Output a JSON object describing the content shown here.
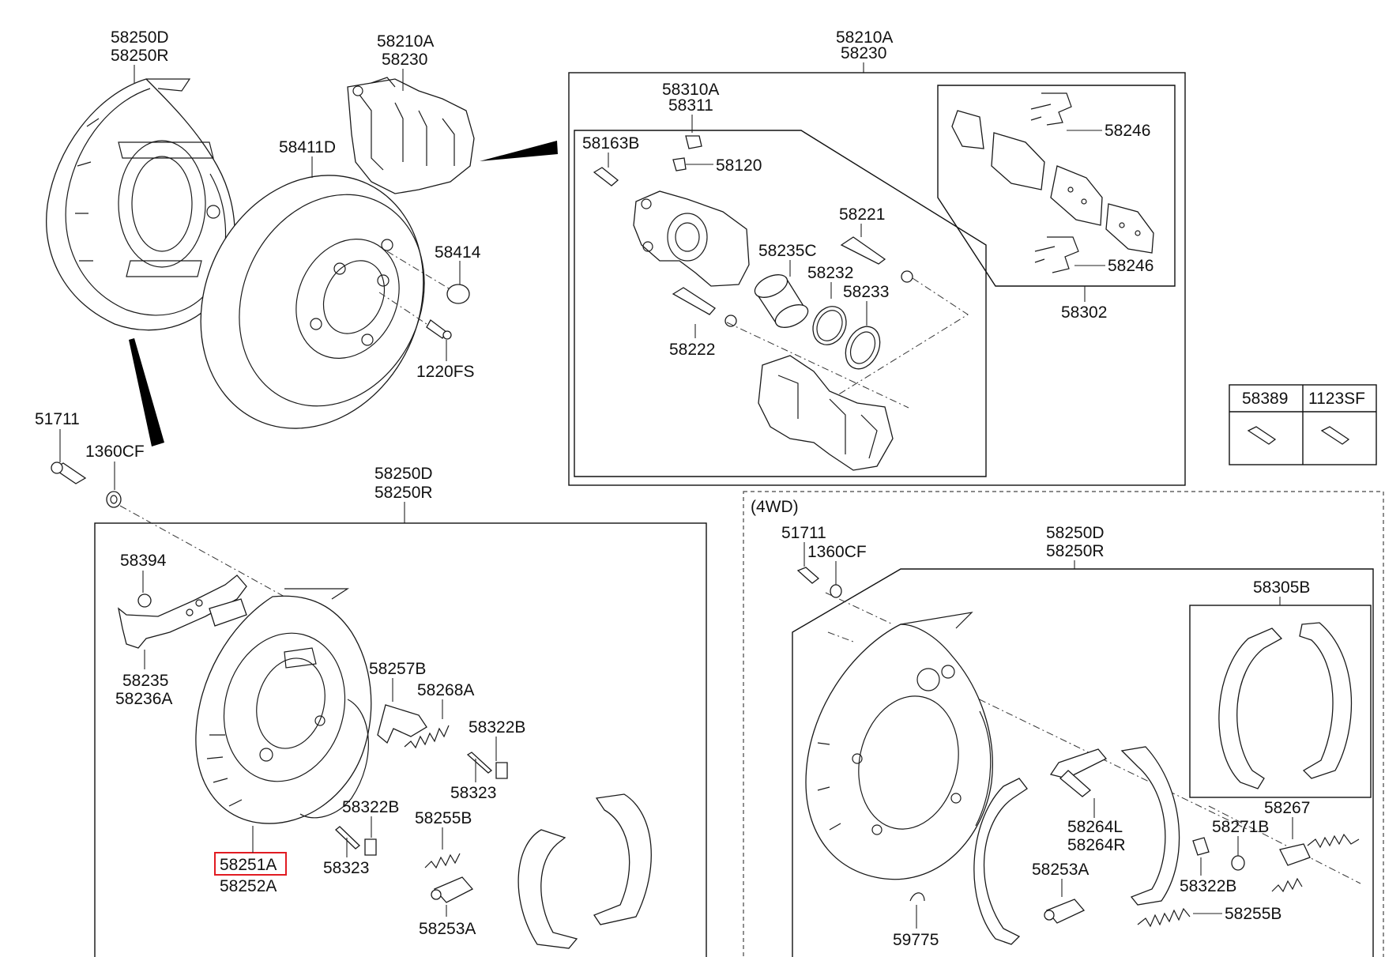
{
  "colors": {
    "line": "#111111",
    "highlight": "#e11b22",
    "background": "#ffffff"
  },
  "labels": {
    "backing_plate_top_d": "58250D",
    "backing_plate_top_r": "58250R",
    "caliper_assy_a": "58210A",
    "caliper_assy_b": "58230",
    "disc": "58411D",
    "plug": "58414",
    "screw": "1220FS",
    "bolt_left": "51711",
    "washer_left": "1360CF",
    "detail_a": "58210A",
    "detail_b": "58230",
    "bleeder_a": "58310A",
    "bleeder_b": "58311",
    "bolt_58163b": "58163B",
    "cap_58120": "58120",
    "pin_58221": "58221",
    "piston": "58235C",
    "seal": "58232",
    "boot": "58233",
    "pin_58222": "58222",
    "clip_upper": "58246",
    "clip_lower": "58246",
    "pad_kit": "58302",
    "table_col1": "58389",
    "table_col2": "1123SF",
    "lower_group_d": "58250D",
    "lower_group_r": "58250R",
    "bracket_bolt": "58394",
    "bracket_a": "58235",
    "bracket_b": "58236A",
    "plate_highlight": "58251A",
    "plate_b": "58252A",
    "adjuster": "58257B",
    "spring_58268a": "58268A",
    "spring_58322b_mid": "58322B",
    "pin_58323_mid": "58323",
    "spring_58322b_low": "58322B",
    "pin_58323_low": "58323",
    "spring_58255b": "58255B",
    "adjuster_58253a": "58253A",
    "awd_caption": "(4WD)",
    "awd_bolt": "51711",
    "awd_washer": "1360CF",
    "awd_group_d": "58250D",
    "awd_group_r": "58250R",
    "awd_shoe_kit": "58305B",
    "awd_lever_l": "58264L",
    "awd_lever_r": "58264R",
    "awd_adjuster": "58253A",
    "awd_spring_58322b": "58322B",
    "awd_spring_58255b": "58255B",
    "awd_washer_58271b": "58271B",
    "awd_spring_58267": "58267",
    "awd_clip": "59775"
  }
}
